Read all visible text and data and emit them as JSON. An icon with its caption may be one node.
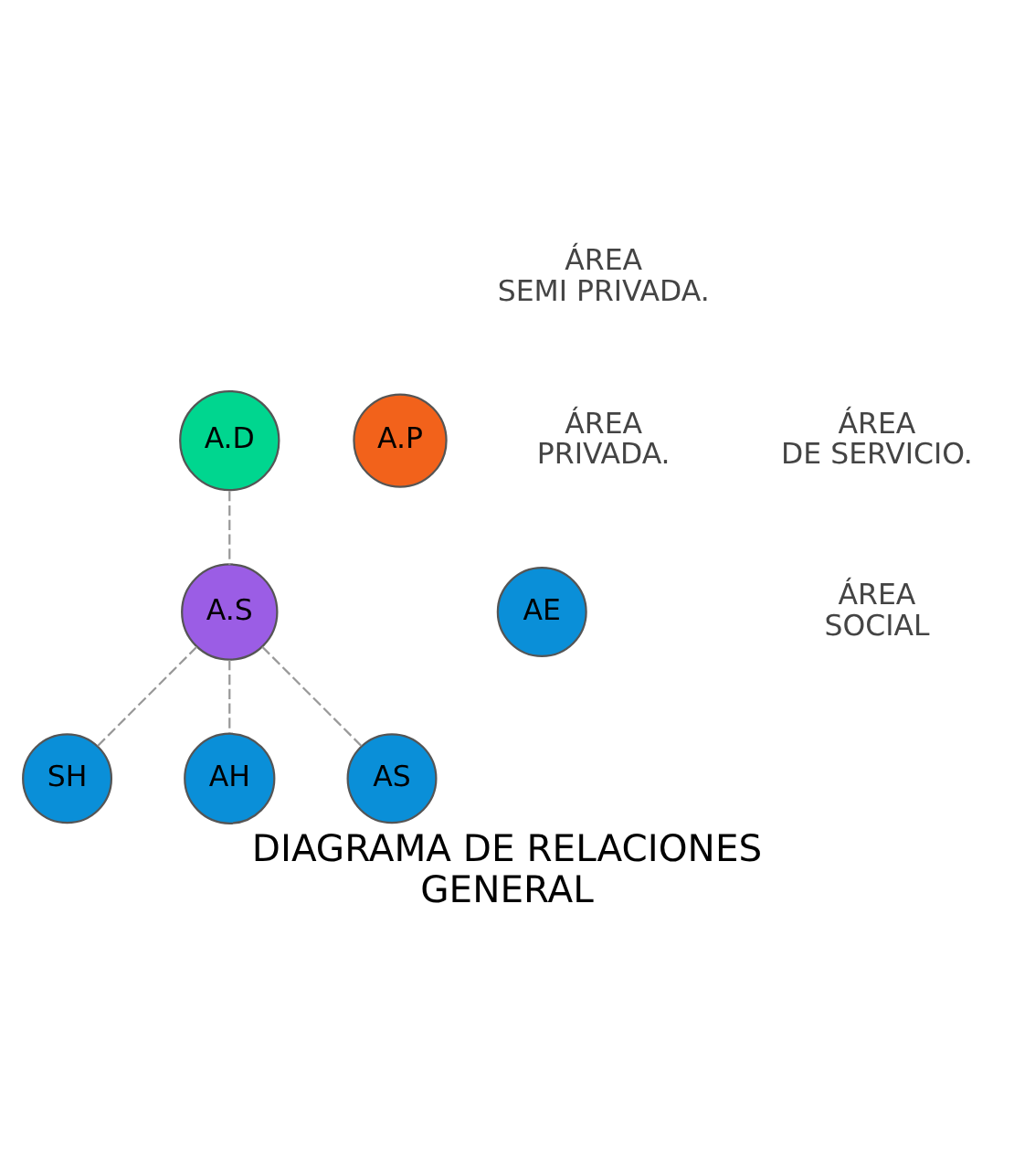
{
  "diagram": {
    "title": "DIAGRAMA DE RELACIONES",
    "caption": "GENERAL",
    "nodes": [
      {
        "text": [
          "A.D"
        ]
      },
      {
        "text": [
          "A.P"
        ]
      },
      {
        "text": [
          "A.S"
        ]
      },
      {
        "text": [
          "AE"
        ]
      },
      {
        "text": [
          "SH"
        ]
      },
      {
        "text": [
          "AH"
        ]
      },
      {
        "text": [
          "AS"
        ]
      }
    ],
    "edges": [
      {
        "from": 0,
        "to": 2,
        "arrow": "none",
        "style": "dashed"
      },
      {
        "from": 2,
        "to": 6,
        "arrow": "none",
        "style": "dashed"
      },
      {
        "from": 2,
        "to": 5,
        "arrow": "none",
        "style": "dashed"
      },
      {
        "from": 2,
        "to": 4,
        "arrow": "none",
        "style": "dashed"
      }
    ],
    "labels": [
      "ÁREA SEMI PRIVADA.",
      "ÁREA PRIVADA.",
      "ÁREA DE SERVICIO.",
      "ÁREA SOCIAL"
    ]
  }
}
